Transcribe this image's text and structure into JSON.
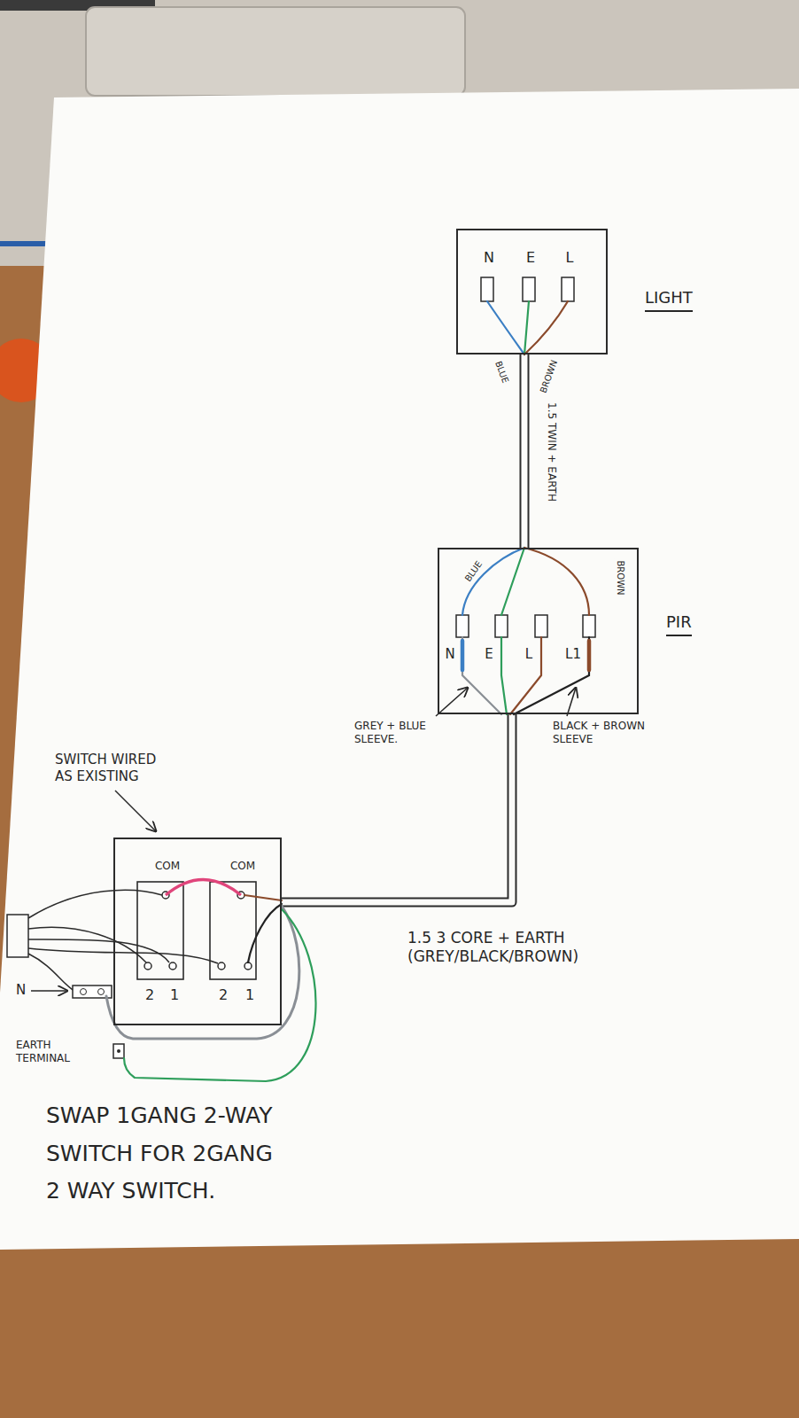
{
  "diagram": {
    "nodes": [
      {
        "text": [
          "LIGHT",
          "N",
          "E",
          "L"
        ]
      },
      {
        "text": [
          "PIR",
          "N",
          "E",
          "L",
          "L1"
        ]
      },
      {
        "text": [
          "COM",
          "COM",
          "2",
          "1",
          "2",
          "1"
        ]
      }
    ],
    "edges": [
      {
        "from": 1,
        "to": 0,
        "arrow": "none",
        "label": "1.5 TWIN + EARTH"
      },
      {
        "from": 2,
        "to": 1,
        "arrow": "none",
        "label": "1.5 3 CORE + EARTH (GREY/BLACK/BROWN)"
      }
    ],
    "labels": [
      "BLUE",
      "BROWN",
      "BLUE",
      "BROWN",
      "GREY + BLUE SLEEVE.",
      "BLACK + BROWN SLEEVE",
      "SWITCH WIRED AS EXISTING",
      "N",
      "EARTH TERMINAL",
      "SWAP 1GANG 2-WAY SWITCH FOR 2GANG 2 WAY SWITCH."
    ]
  }
}
